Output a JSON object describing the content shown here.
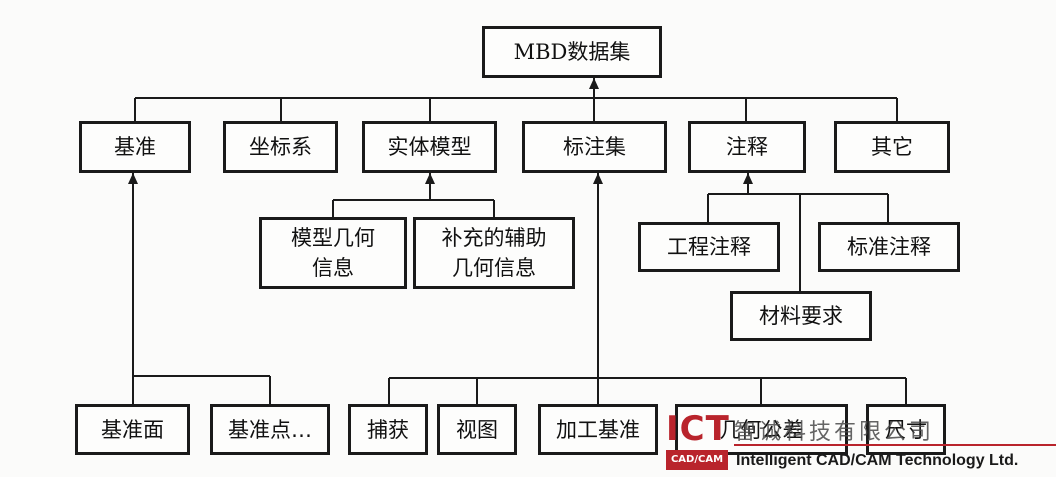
{
  "diagram": {
    "root": {
      "id": "mbd",
      "label": "MBD数据集"
    },
    "level1": [
      {
        "id": "datum",
        "label": "基准"
      },
      {
        "id": "coord",
        "label": "坐标系"
      },
      {
        "id": "solid",
        "label": "实体模型"
      },
      {
        "id": "annoset",
        "label": "标注集"
      },
      {
        "id": "note",
        "label": "注释"
      },
      {
        "id": "other",
        "label": "其它"
      }
    ],
    "level2": [
      {
        "id": "geo",
        "label": "模型几何\n信息",
        "parent": "solid"
      },
      {
        "id": "aux",
        "label": "补充的辅助\n几何信息",
        "parent": "solid"
      },
      {
        "id": "eng",
        "label": "工程注释",
        "parent": "note"
      },
      {
        "id": "std",
        "label": "标准注释",
        "parent": "note"
      },
      {
        "id": "mat",
        "label": "材料要求",
        "parent": "note"
      }
    ],
    "level3": [
      {
        "id": "dplane",
        "label": "基准面",
        "parent": "datum"
      },
      {
        "id": "dpoint",
        "label": "基准点…",
        "parent": "datum"
      },
      {
        "id": "capture",
        "label": "捕获",
        "parent": "annoset"
      },
      {
        "id": "view",
        "label": "视图",
        "parent": "annoset"
      },
      {
        "id": "mdatum",
        "label": "加工基准",
        "parent": "annoset"
      },
      {
        "id": "geotol",
        "label": "几何公差",
        "parent": "annoset"
      },
      {
        "id": "dim",
        "label": "尺寸",
        "parent": "annoset"
      }
    ]
  },
  "watermark": {
    "logo_main": "ICT",
    "logo_sub": "CAD/CAM",
    "company_cn": "智诚科技有限公司",
    "company_en": "Intelligent CAD/CAM Technology Ltd."
  },
  "colors": {
    "line": "#1a1a1a",
    "box_border": "#1a1a1a",
    "brand_red": "#b9242c"
  }
}
